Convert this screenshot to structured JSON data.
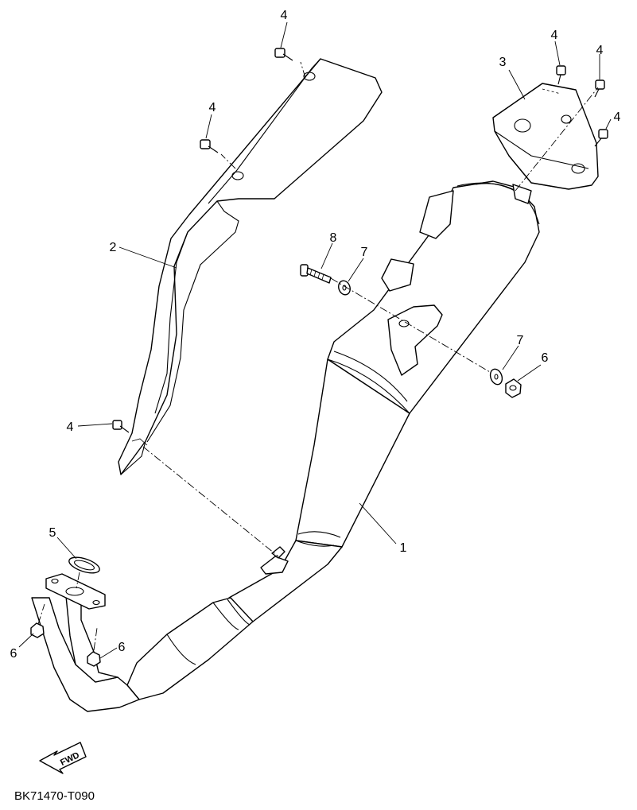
{
  "diagram": {
    "drawing_code": "BK71470-T090",
    "fwd_arrow_label": "FWD",
    "callouts": {
      "c4_top": "4",
      "c4_upper": "4",
      "c4_lower": "4",
      "c4_cap_a": "4",
      "c4_cap_b": "4",
      "c4_cap_c": "4",
      "c3": "3",
      "c2": "2",
      "c8": "8",
      "c7_left": "7",
      "c7_right": "7",
      "c6_right": "6",
      "c5": "5",
      "c6_left": "6",
      "c6_mid": "6",
      "c1": "1"
    }
  }
}
